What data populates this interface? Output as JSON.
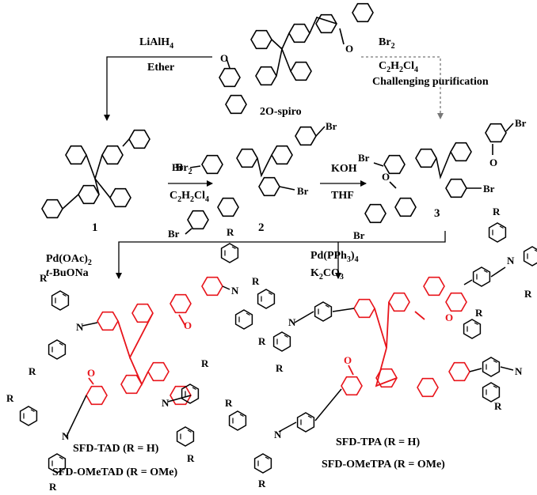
{
  "reagents": {
    "step_a_line1": "LiAlH4",
    "step_a_line2": "Ether",
    "step_b_line1": "Br2",
    "step_b_line2": "C2H2Cl4",
    "step_b_line3": "Challenging purification",
    "step_c_line1": "Br2",
    "step_c_line2": "C2H2Cl4",
    "step_d_line1": "KOH",
    "step_d_line2": "THF",
    "step_e_line1": "Pd(OAc)2",
    "step_e_line2": "t-BuONa",
    "step_f_line1": "Pd(PPh3)4",
    "step_f_line2": "K2CO3"
  },
  "compounds": {
    "start": "2O-spiro",
    "c1": "1",
    "c2": "2",
    "c3": "3",
    "tad_a": "SFD-TAD (R = H)",
    "tad_b": "SFD-OMeTAD (R = OMe)",
    "tpa_a": "SFD-TPA (R = H)",
    "tpa_b": "SFD-OMeTPA (R = OMe)"
  },
  "atoms": {
    "O": "O",
    "Br": "Br",
    "N": "N",
    "R": "R"
  },
  "colors": {
    "highlight": "#e8141b",
    "ink": "#000000",
    "dashed_arrow": "#777777"
  }
}
